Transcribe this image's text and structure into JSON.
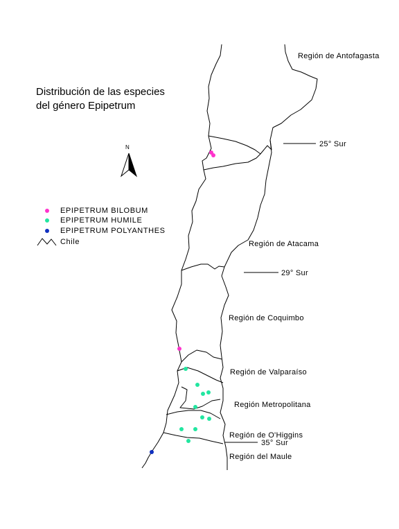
{
  "title": {
    "line1": "Distribución de las especies",
    "line2": "del género Epipetrum"
  },
  "north_arrow": {
    "label": "N"
  },
  "legend": {
    "items": [
      {
        "label": "EPIPETRUM BILOBUM",
        "color": "#ff33cc"
      },
      {
        "label": "EPIPETRUM HUMILE",
        "color": "#22e6a0"
      },
      {
        "label": "EPIPETRUM POLYANTHES",
        "color": "#1030c0"
      }
    ],
    "boundary_label": "Chile"
  },
  "regions": [
    "Región de Antofagasta",
    "Región de Atacama",
    "Región de Coquimbo",
    "Región de Valparaíso",
    "Región Metropolitana",
    "Región de O'Higgins",
    "Región del Maule"
  ],
  "latitudes": [
    "25° Sur",
    "29° Sur",
    "35° Sur"
  ],
  "colors": {
    "bilobum": "#ff33cc",
    "humile": "#22e6a0",
    "polyanthes": "#1030c0"
  }
}
